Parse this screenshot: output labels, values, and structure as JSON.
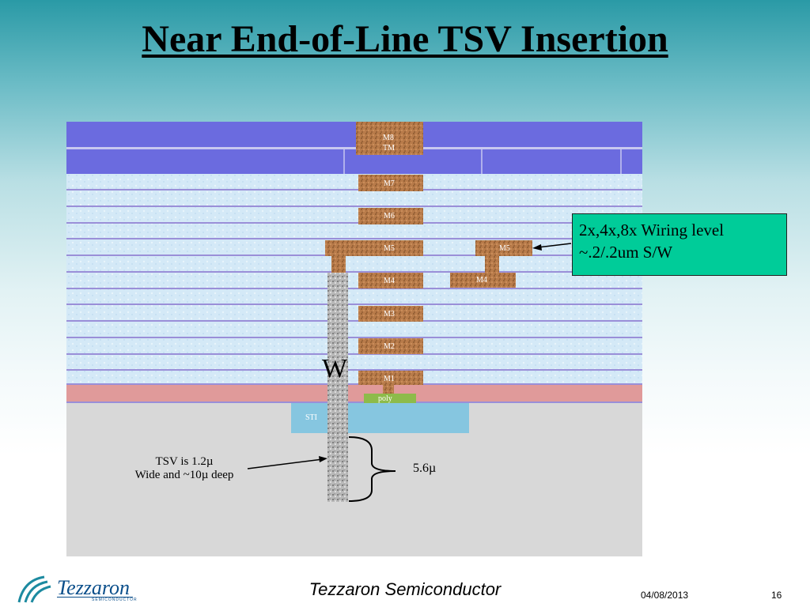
{
  "slide": {
    "title": "Near End-of-Line TSV Insertion"
  },
  "diagram": {
    "metal_labels": {
      "m8": "M8",
      "tm": "TM",
      "m7": "M7",
      "m6": "M6",
      "m5_left": "M5",
      "m5_right": "M5",
      "m4_left": "M4",
      "m4_right": "M4",
      "m3": "M3",
      "m2": "M2",
      "m1": "M1"
    },
    "poly_label": "poly",
    "sti_label": "STI",
    "tsv_material_label": "W",
    "callout": {
      "line1": "2x,4x,8x Wiring level",
      "line2": "~.2/.2um S/W"
    },
    "tsv_note": {
      "line1": "TSV is 1.2µ",
      "line2": "Wide and ~10µ deep"
    },
    "depth_label": "5.6µ",
    "colors": {
      "upper_dielectric": "#6b6bdf",
      "dielectric": "#d4e9f7",
      "metal": "#b87b4a",
      "pre_metal": "#e09a9a",
      "silicon": "#d8d8d8",
      "sti": "#86c6e0",
      "poly": "#8dbb4a",
      "callout_bg": "#00cc99"
    }
  },
  "footer": {
    "company": "Tezzaron Semiconductor",
    "date": "04/08/2013",
    "page": "16",
    "logo_word": "Tezzaron",
    "logo_sub": "SEMICONDUCTOR"
  }
}
